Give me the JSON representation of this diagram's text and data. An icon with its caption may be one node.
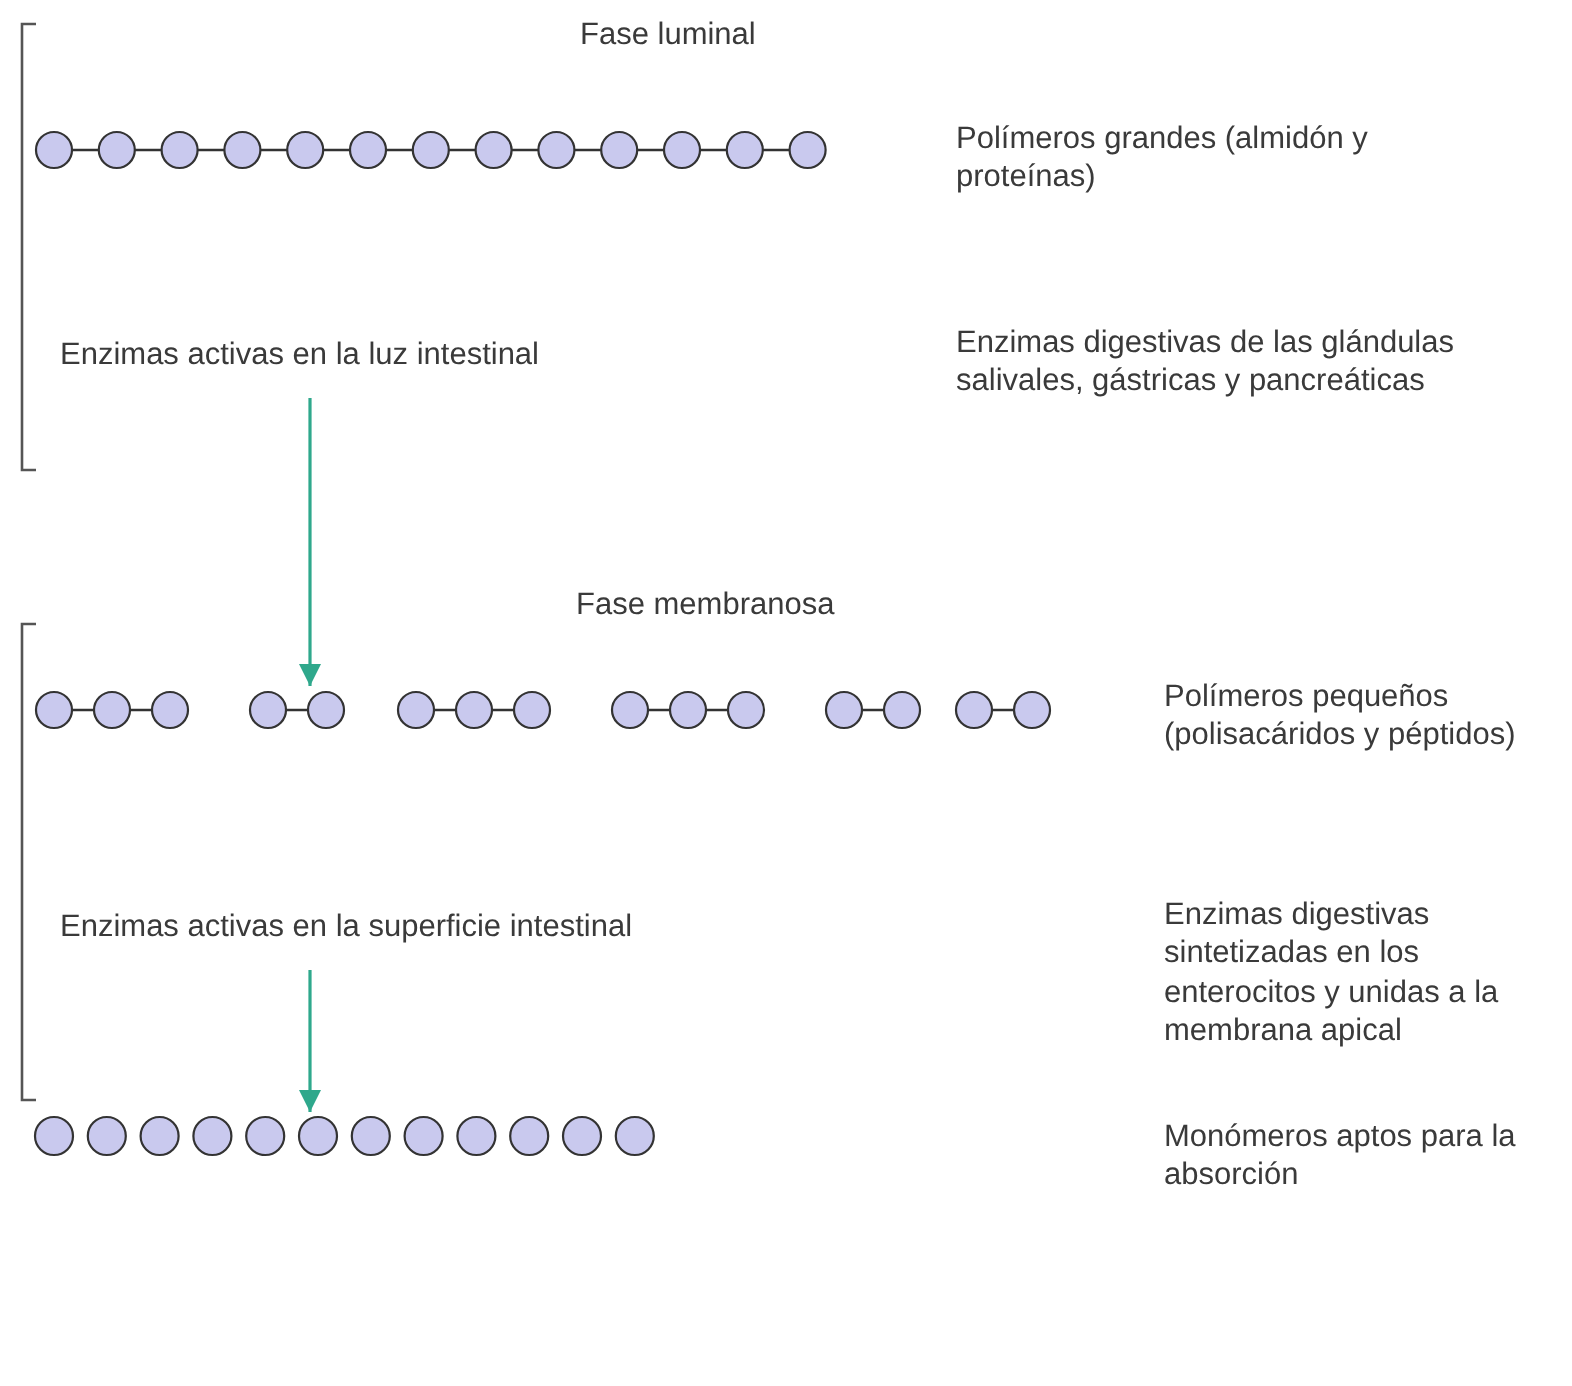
{
  "diagram": {
    "nodes": [
      {
        "text": [],
        "shape": "picture"
      },
      {
        "text": [
          "Enzimas activas en la luz intestinal"
        ]
      },
      {
        "text": [],
        "shape": "picture"
      },
      {
        "text": [
          "Enzimas activas en la superficie intestinal"
        ]
      },
      {
        "text": [],
        "shape": "picture"
      }
    ],
    "edges": [
      {
        "from": 1,
        "to": 2,
        "arrow": "to"
      },
      {
        "from": 3,
        "to": 4,
        "arrow": "to"
      }
    ],
    "labels": [
      "Fase luminal",
      "Polímeros grandes (almidón y proteínas)",
      "Enzimas digestivas de las glándulas salivales, gástricas y pancreáticas",
      "Fase membranosa",
      "Polímeros pequeños (polisacáridos y péptidos)",
      "Enzimas digestivas sintetizadas en los enterocitos y unidas a la membrana apical",
      "Monómeros aptos para la absorción"
    ]
  }
}
